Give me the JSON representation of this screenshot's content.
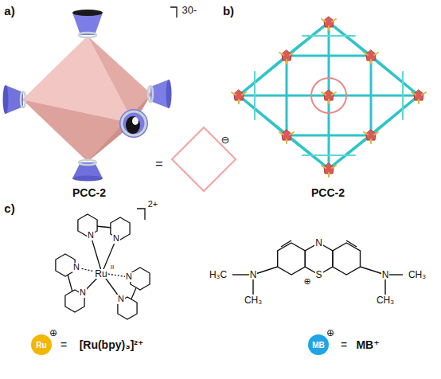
{
  "diagram": {
    "nodes": [
      {
        "text": [
          "Ru"
        ]
      },
      {
        "text": [
          "MB"
        ]
      }
    ],
    "labels": [
      "a)",
      "30-",
      "=",
      "⊖",
      "PCC-2",
      "b)",
      "PCC-2",
      "c)",
      "2+",
      "N",
      "N",
      "N",
      "N",
      "N",
      "N",
      "Ru",
      "II",
      "⊕",
      "=",
      "[Ru(bpy)₃]²⁺",
      "N",
      "S",
      "⊕",
      "H₃C",
      "N",
      "CH₃",
      "N",
      "CH₃",
      "CH₃",
      "⊕",
      "=",
      "MB⁺"
    ]
  }
}
